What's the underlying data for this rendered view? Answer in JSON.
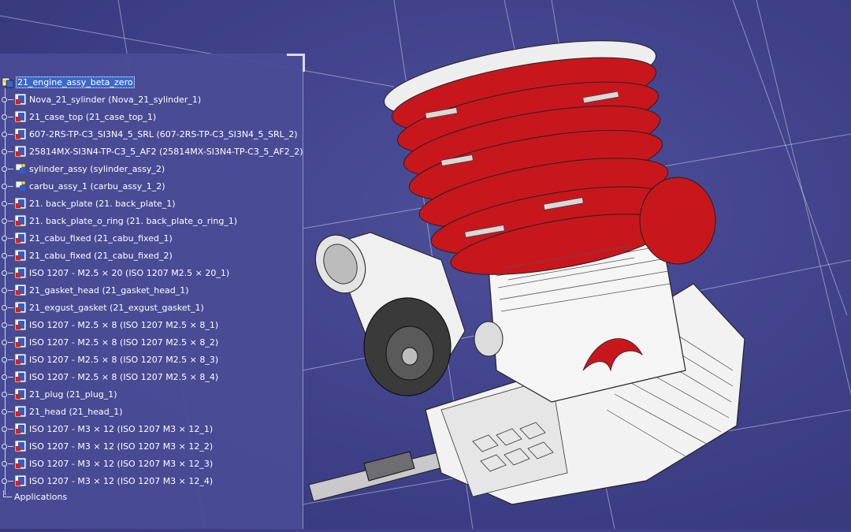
{
  "tree": {
    "root": {
      "label": "21_engine_assy_beta_zero",
      "icon": "assembly-root-icon"
    },
    "items": [
      {
        "label": "Nova_21_sylinder (Nova_21_sylinder_1)",
        "icon": "part-icon"
      },
      {
        "label": "21_case_top (21_case_top_1)",
        "icon": "part-icon"
      },
      {
        "label": "607-2RS-TP-C3_SI3N4_5_SRL (607-2RS-TP-C3_SI3N4_5_SRL_2)",
        "icon": "part-icon"
      },
      {
        "label": "25814MX-SI3N4-TP-C3_5_AF2 (25814MX-SI3N4-TP-C3_5_AF2_2)",
        "icon": "part-icon"
      },
      {
        "label": "sylinder_assy (sylinder_assy_2)",
        "icon": "subassembly-icon"
      },
      {
        "label": "carbu_assy_1 (carbu_assy_1_2)",
        "icon": "subassembly-icon"
      },
      {
        "label": "21. back_plate (21. back_plate_1)",
        "icon": "part-icon"
      },
      {
        "label": "21. back_plate_o_ring (21. back_plate_o_ring_1)",
        "icon": "part-icon"
      },
      {
        "label": "21_cabu_fixed (21_cabu_fixed_1)",
        "icon": "part-icon"
      },
      {
        "label": "21_cabu_fixed (21_cabu_fixed_2)",
        "icon": "part-icon"
      },
      {
        "label": "ISO 1207 - M2.5 × 20 (ISO 1207 M2.5 × 20_1)",
        "icon": "part-icon"
      },
      {
        "label": "21_gasket_head (21_gasket_head_1)",
        "icon": "part-icon"
      },
      {
        "label": "21_exgust_gasket (21_exgust_gasket_1)",
        "icon": "part-icon"
      },
      {
        "label": "ISO 1207 - M2.5 × 8 (ISO 1207 M2.5 × 8_1)",
        "icon": "part-icon"
      },
      {
        "label": "ISO 1207 - M2.5 × 8 (ISO 1207 M2.5 × 8_2)",
        "icon": "part-icon"
      },
      {
        "label": "ISO 1207 - M2.5 × 8 (ISO 1207 M2.5 × 8_3)",
        "icon": "part-icon"
      },
      {
        "label": "ISO 1207 - M2.5 × 8 (ISO 1207 M2.5 × 8_4)",
        "icon": "part-icon"
      },
      {
        "label": "21_plug (21_plug_1)",
        "icon": "part-icon"
      },
      {
        "label": "21_head (21_head_1)",
        "icon": "part-icon"
      },
      {
        "label": "ISO 1207 - M3 × 12 (ISO 1207 M3 × 12_1)",
        "icon": "part-icon"
      },
      {
        "label": "ISO 1207 - M3 × 12 (ISO 1207 M3 × 12_2)",
        "icon": "part-icon"
      },
      {
        "label": "ISO 1207 - M3 × 12 (ISO 1207 M3 × 12_3)",
        "icon": "part-icon"
      },
      {
        "label": "ISO 1207 - M3 × 12 (ISO 1207 M3 × 12_4)",
        "icon": "part-icon"
      }
    ],
    "applications": {
      "label": "Applications"
    }
  },
  "viewport": {
    "model": "engine-3d-model",
    "colors": {
      "background": "#3f4088",
      "fins": "#c8161d",
      "body": "#f2f2f2",
      "carb": "#2b2b2b",
      "grid": "#cfd0f0"
    }
  }
}
